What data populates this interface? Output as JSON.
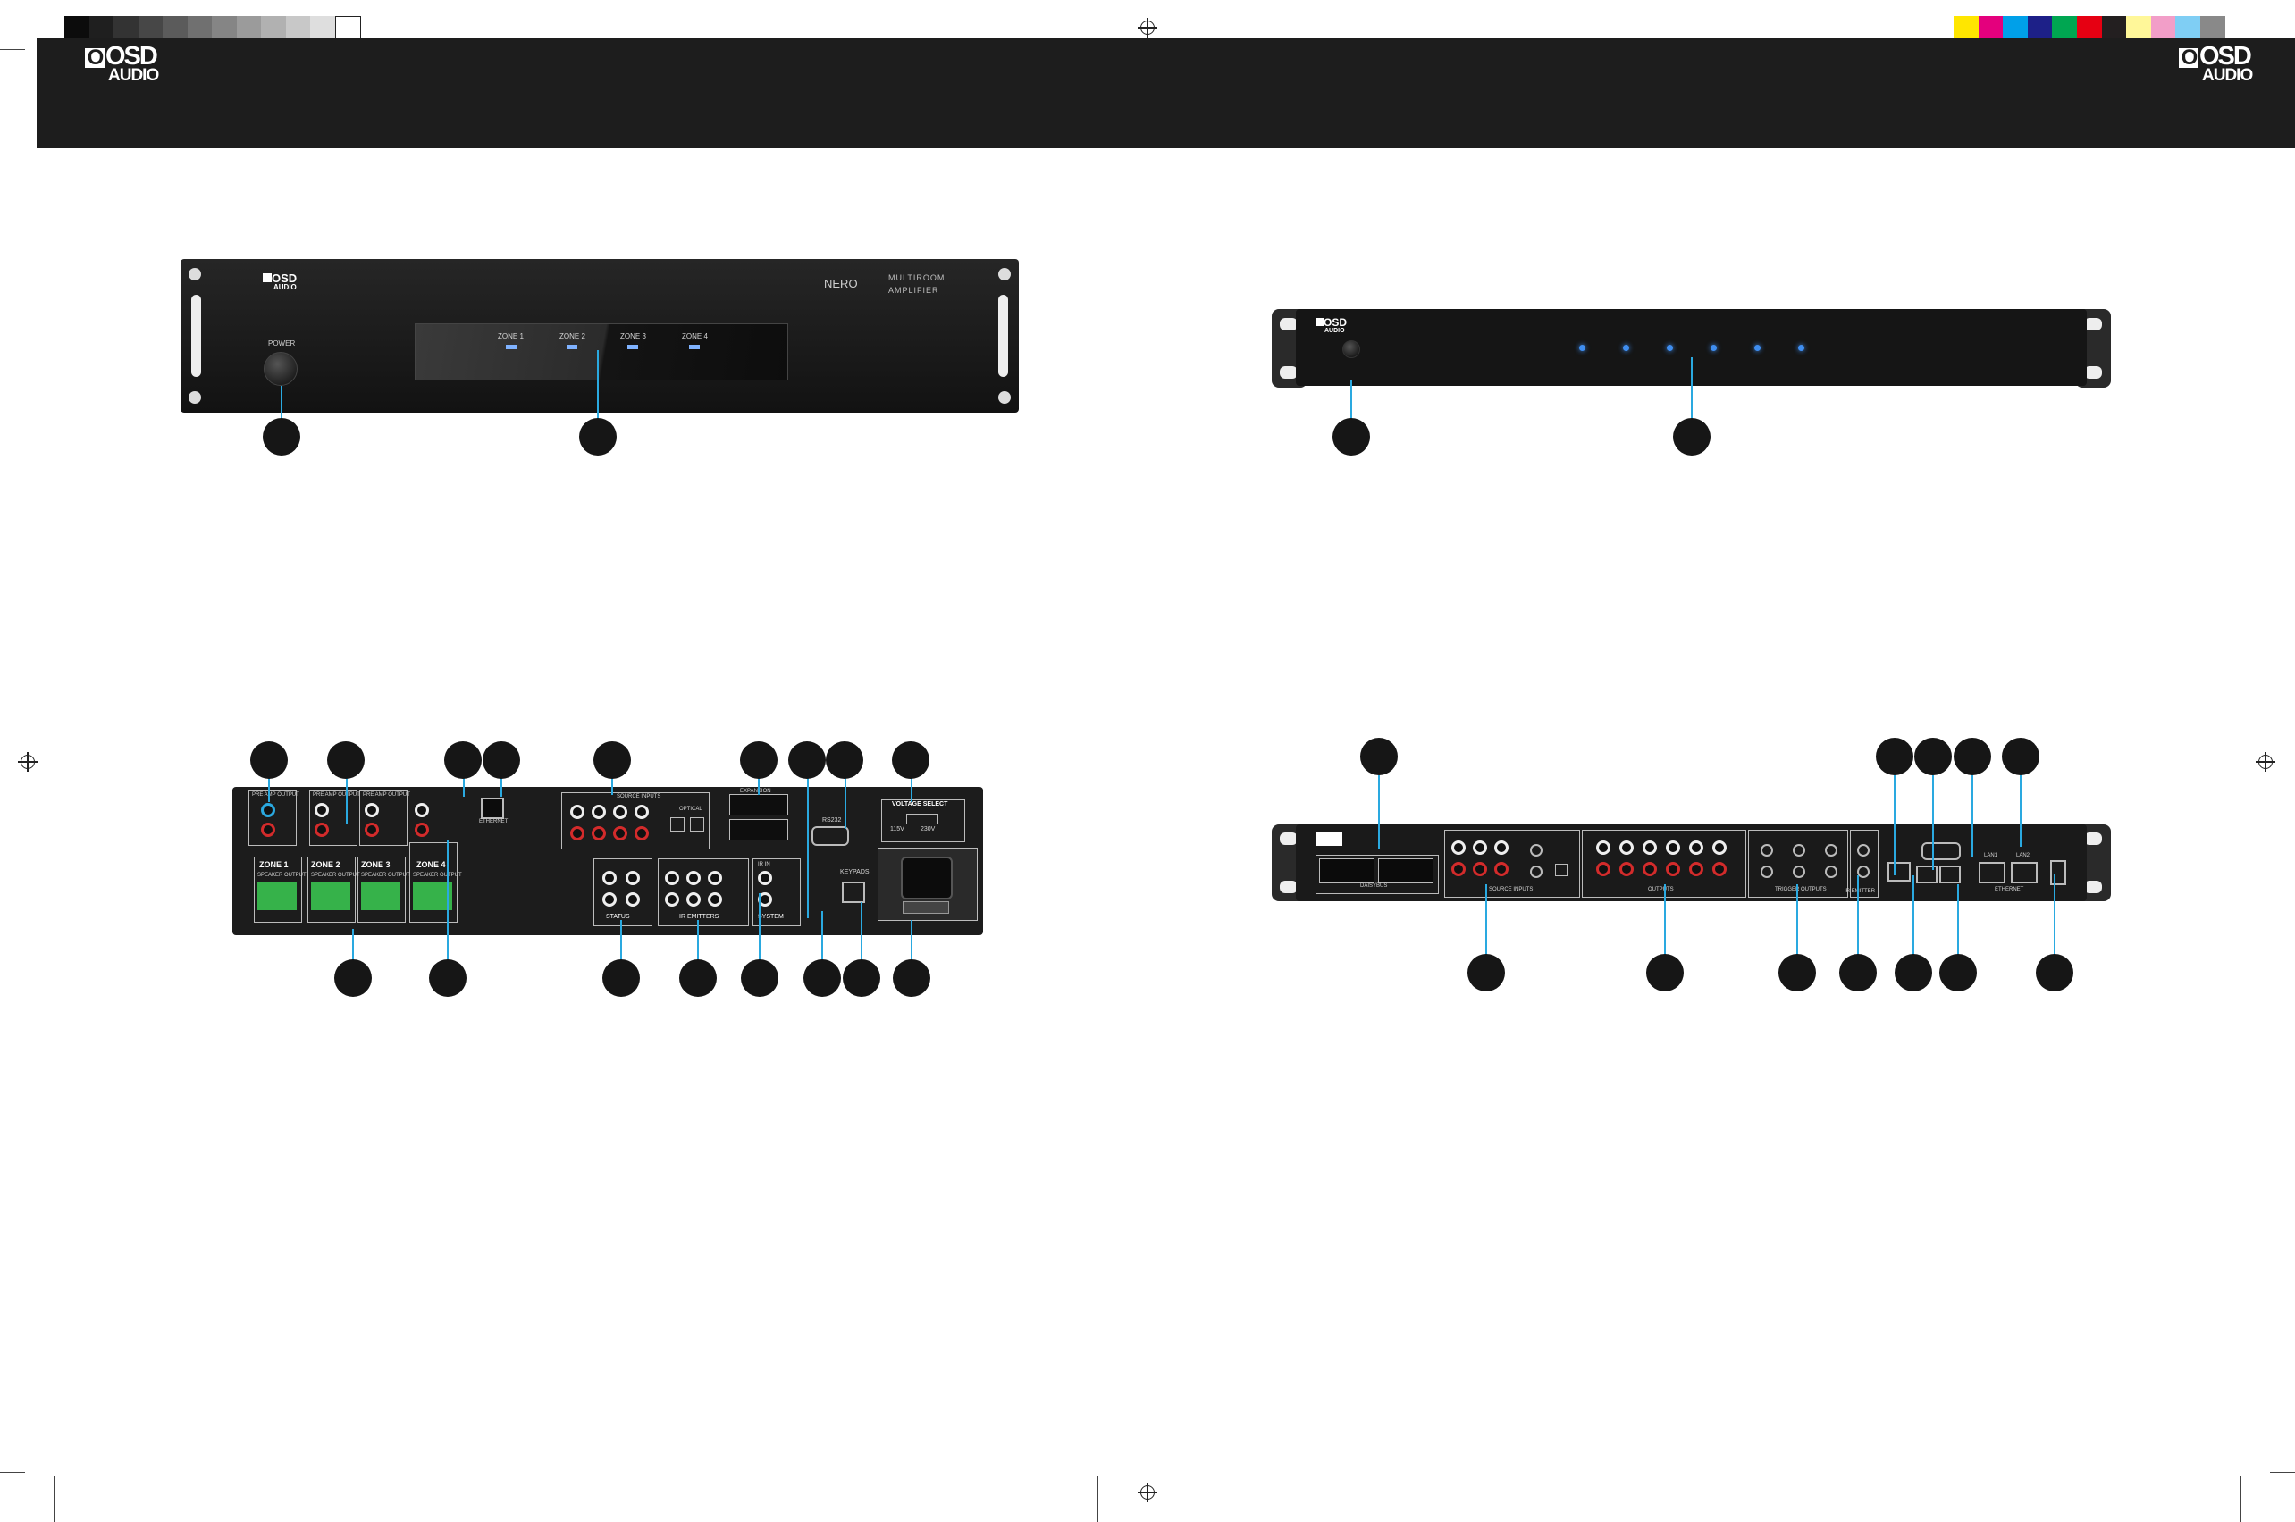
{
  "header": {
    "logo_left": {
      "osd": "OSD",
      "audio": "AUDIO"
    },
    "logo_right": {
      "osd": "OSD",
      "audio": "AUDIO"
    },
    "bg_color": "#1d1d1d"
  },
  "print_marks": {
    "grayscale_swatches": [
      "#0c0c0c",
      "#1f1f1f",
      "#333333",
      "#474747",
      "#5b5b5b",
      "#707070",
      "#858585",
      "#9b9b9b",
      "#b1b1b1",
      "#c8c8c8",
      "#dedede",
      "#ffffff"
    ],
    "color_swatches": [
      "#ffe600",
      "#e4007d",
      "#00a0e9",
      "#1d2088",
      "#00a651",
      "#e60012",
      "#231f20",
      "#fff799",
      "#f29ec8",
      "#7fcef4",
      "#898989"
    ],
    "registration_icon": "registration-mark-icon"
  },
  "nero_front": {
    "brand": {
      "osd": "OSD",
      "audio": "AUDIO"
    },
    "model": "NERO",
    "subtitle_line1": "MULTIROOM",
    "subtitle_line2": "AMPLIFIER",
    "power_label": "POWER",
    "zone_labels": [
      "ZONE 1",
      "ZONE 2",
      "ZONE 3",
      "ZONE 4"
    ]
  },
  "slim_front": {
    "brand": {
      "osd": "OSD",
      "audio": "AUDIO"
    },
    "led_color": "#3f8ef0"
  },
  "nero_rear": {
    "zones": [
      "ZONE 1",
      "ZONE 2",
      "ZONE 3",
      "ZONE 4"
    ],
    "speaker_output": "SPEAKER OUTPUT",
    "pre_amp_output": "PRE AMP OUTPUT",
    "ethernet": "ETHERNET",
    "source_inputs": "SOURCE INPUTS",
    "optical": "OPTICAL",
    "expansion": "EXPANSION",
    "rs232": "RS232",
    "voltage_select": "VOLTAGE SELECT",
    "v115": "115V",
    "v230": "230V",
    "status": "STATUS",
    "ir_emitters": "IR EMITTERS",
    "ir_in": "IR IN",
    "system": "SYSTEM",
    "keypads": "KEYPADS"
  },
  "slim_rear": {
    "daisy_chain": "DAISYBUS",
    "source_inputs": "SOURCE INPUTS",
    "outputs": "OUTPUTS",
    "trigger_outputs": "TRIGGER OUTPUTS",
    "ir_emitter": "IR EMITTER",
    "ethernet": "ETHERNET",
    "lan1": "LAN1",
    "lan2": "LAN2"
  },
  "accent_color": "#2aa9e0"
}
